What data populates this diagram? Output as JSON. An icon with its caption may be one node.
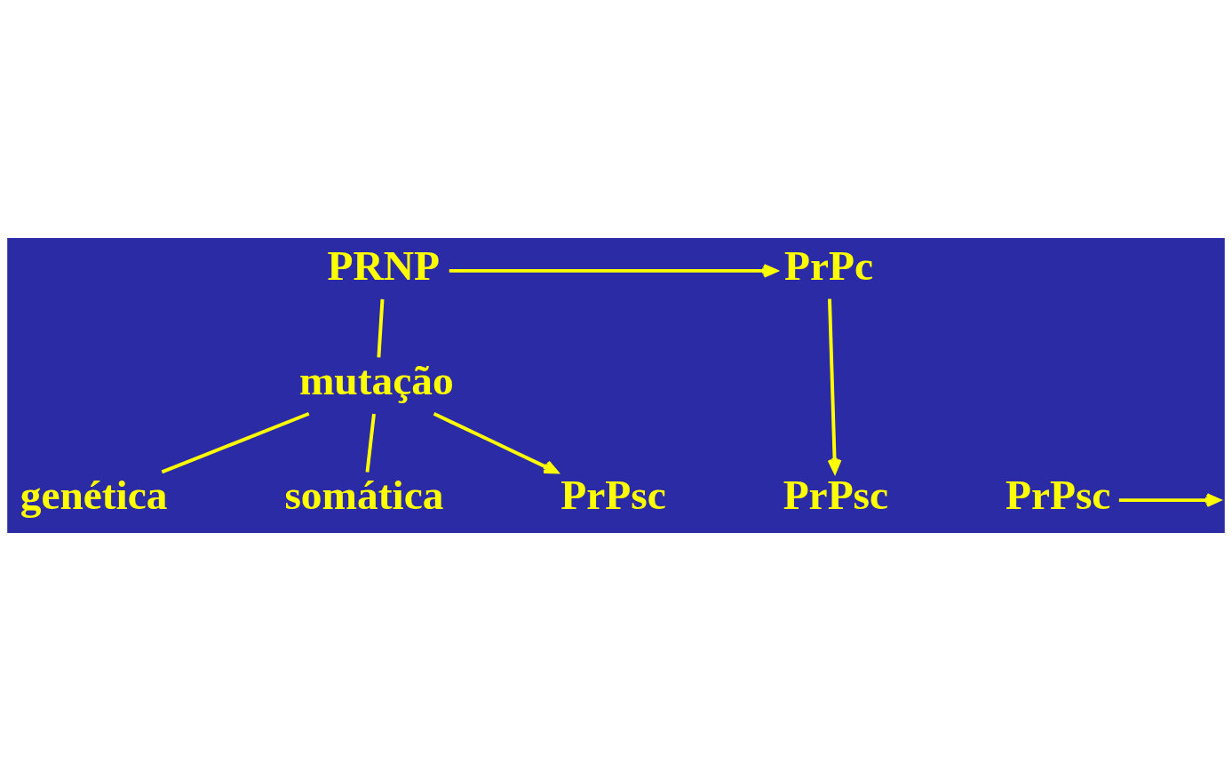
{
  "diagram": {
    "nodes": [
      {
        "text": [
          "PRNP"
        ]
      },
      {
        "text": [
          "PrPc"
        ]
      },
      {
        "text": [
          "genética"
        ]
      },
      {
        "text": [
          "PrPsc"
        ]
      },
      {
        "text": [
          "mutação"
        ]
      },
      {
        "text": [
          "somática"
        ]
      },
      {
        "text": [
          "PrPsc"
        ]
      },
      {
        "text": [
          "PrPsc"
        ]
      }
    ],
    "edges": [
      {
        "from": 0,
        "to": 1,
        "arrow": "to"
      },
      {
        "from": 0,
        "to": 4,
        "arrow": "none"
      },
      {
        "from": 4,
        "to": 2,
        "arrow": "none"
      },
      {
        "from": 4,
        "to": 5,
        "arrow": "none"
      },
      {
        "from": 4,
        "to": 6,
        "arrow": "to"
      },
      {
        "from": 3,
        "to": null,
        "arrow": "to"
      },
      {
        "from": 1,
        "to": 7,
        "arrow": "to"
      }
    ]
  }
}
